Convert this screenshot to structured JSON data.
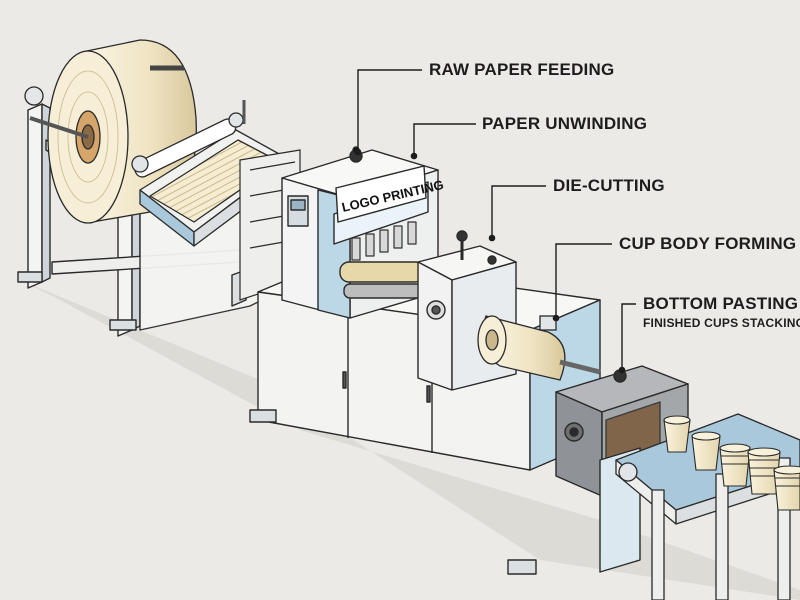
{
  "labels": {
    "raw_paper_feeding": "RAW PAPER FEEDING",
    "paper_unwinding": "PAPER UNWINDING",
    "die_cutting": "DIE-CUTTING",
    "cup_body_forming": "CUP BODY FORMING",
    "bottom_pasting": "BOTTOM PASTING",
    "finished_cups_stacking": "FINISHED CUPS STACKING"
  },
  "machine_plate": {
    "text": "LOGO PRINTING"
  },
  "colors": {
    "background": "#eceae6",
    "frame_white": "#f3f3f1",
    "frame_shadow": "#cfd4d8",
    "panel_blue": "#bcd7e6",
    "paper_cream": "#f5ecd2",
    "roll_core": "#d6a56a",
    "gearbox_gray": "#9a9c9f",
    "belt_blue": "#a9c8dc",
    "outline": "#2a2a2a"
  }
}
